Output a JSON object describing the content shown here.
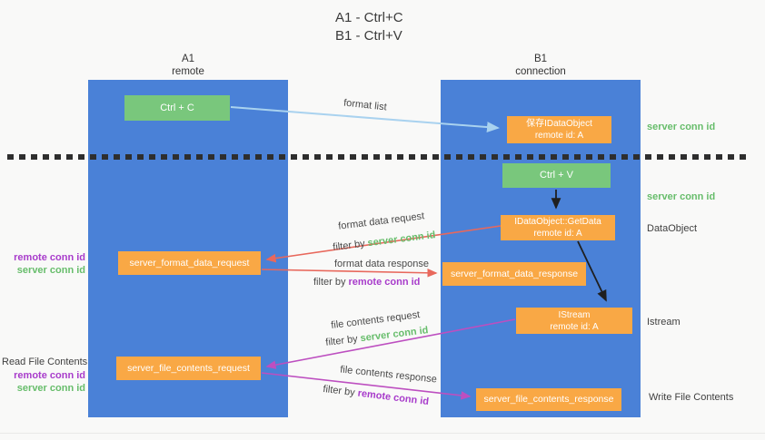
{
  "title": {
    "line1": "A1 - Ctrl+C",
    "line2": "B1 - Ctrl+V"
  },
  "lanes": {
    "a1": {
      "name": "A1",
      "subtitle": "remote"
    },
    "b1": {
      "name": "B1",
      "subtitle": "connection"
    }
  },
  "nodes": {
    "ctrl_c": "Ctrl + C",
    "ctrl_v": "Ctrl + V",
    "save_idataobject": {
      "line1": "保存IDataObject",
      "line2": "remote id: A"
    },
    "getdata": {
      "line1": "IDataObject::GetData",
      "line2": "remote id: A"
    },
    "istream": {
      "line1": "IStream",
      "line2": "remote id: A"
    },
    "server_format_data_request": "server_format_data_request",
    "server_format_data_response": "server_format_data_response",
    "server_file_contents_request": "server_file_contents_request",
    "server_file_contents_response": "server_file_contents_response"
  },
  "flow_labels": {
    "format_list": "format list",
    "format_data_request": "format data request",
    "format_data_response": "format data response",
    "file_contents_request": "file contents request",
    "file_contents_response": "file contents response",
    "filter_by": "filter by",
    "server_conn_id": "server conn id",
    "remote_conn_id": "remote conn id"
  },
  "side_labels": {
    "left": {
      "remote_conn_id": "remote conn id",
      "server_conn_id": "server conn id",
      "read_file_contents": "Read File Contents"
    },
    "right": {
      "server_conn_id_top": "server conn id",
      "server_conn_id_mid": "server conn id",
      "dataobject": "DataObject",
      "istream": "Istream",
      "write_file_contents": "Write File Contents"
    }
  },
  "colors": {
    "lane_blue": "#4a81d7",
    "node_orange": "#f9a845",
    "node_green": "#79c77c",
    "arrow_light_blue": "#a9d2ef",
    "arrow_red": "#e8685c",
    "arrow_magenta": "#bd4fc0",
    "arrow_black": "#1f1f1f",
    "text_green": "#67bd6b",
    "text_purple": "#a83ccb"
  }
}
